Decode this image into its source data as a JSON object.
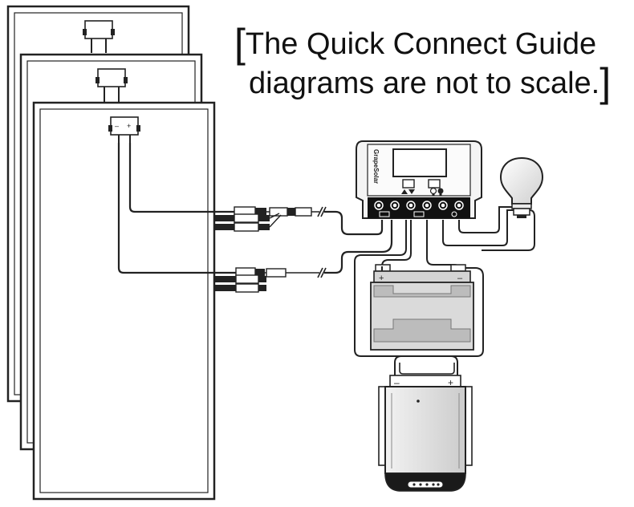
{
  "caption": {
    "open_bracket": "[",
    "line1": "The Quick Connect Guide",
    "line2": "diagrams are not to scale.",
    "close_bracket": "]"
  },
  "controller": {
    "brand": "GrapeSolar"
  },
  "battery": {
    "positive": "+",
    "negative": "–"
  },
  "inverter": {
    "negative": "–",
    "positive": "+"
  },
  "junction_box": {
    "negative": "–",
    "positive": "+"
  },
  "colors": {
    "line": "#222222",
    "panel_fill": "#ffffff",
    "battery_fill": "#d9d9d9",
    "controller_fill": "#f4f4f4"
  }
}
